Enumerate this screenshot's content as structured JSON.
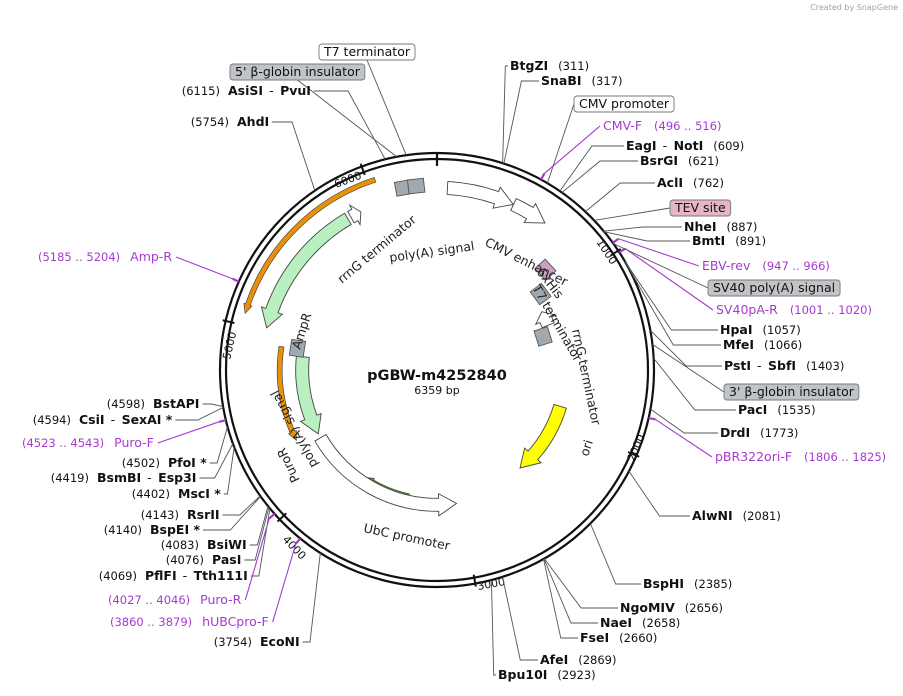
{
  "watermark": "Created by SnapGene",
  "plasmid": {
    "name": "pGBW-m4252840",
    "size": "6359 bp",
    "length": 6359
  },
  "ticks": [
    "1000",
    "2000",
    "3000",
    "4000",
    "5000",
    "6000"
  ],
  "features": [
    {
      "label": "CMV enhancer",
      "start": 58,
      "end": 437,
      "strand": 1,
      "color": "#ffffff",
      "type": "arrow",
      "lr": 0.852
    },
    {
      "label": "CMV promoter",
      "start": 438,
      "end": 641,
      "strand": 1,
      "color": "#ffffff",
      "type": "arrow",
      "lr": 0.852
    },
    {
      "label": "6xHis",
      "start": 826,
      "end": 843,
      "strand": 1,
      "color": "#c8a0c0",
      "type": "box",
      "lr": 0.69
    },
    {
      "label": "T7 terminator",
      "start": 900,
      "end": 1000,
      "strand": 1,
      "color": "#a0a8b0",
      "type": "box",
      "lr": 0.6
    },
    {
      "label": "rrnG terminator",
      "start": 1076,
      "end": 1202,
      "strand": -1,
      "color": "#ffffff",
      "type": "arrow",
      "lr": 0.56
    },
    {
      "label": "rrnG terminator",
      "start": 1230,
      "end": 1330,
      "strand": -1,
      "color": "#a0a8b0",
      "type": "box",
      "lr": 0.52
    },
    {
      "label": "ori",
      "start": 1880,
      "end": 2468,
      "strand": 1,
      "color": "#ffff00",
      "type": "arrow",
      "lr": 0.6
    },
    {
      "label": "UbC promoter",
      "start": 3032,
      "end": 4236,
      "strand": -1,
      "color": "#ffffff",
      "type": "arrow",
      "lr": 0.63
    },
    {
      "label": "PuroR",
      "start": 4270,
      "end": 4869,
      "strand": -1,
      "color": "#b8f0c0",
      "type": "arrow",
      "lr": 0.63
    },
    {
      "label": "poly(A) signal",
      "start": 4900,
      "end": 4950,
      "strand": -1,
      "color": "#a0a8b0",
      "type": "box",
      "lr": 0.66
    },
    {
      "label": "AmpR",
      "start": 5015,
      "end": 5820,
      "strand": -1,
      "color": "#b8f0c0",
      "type": "arrow",
      "lr": 0.82
    },
    {
      "label": "rrnG terminator",
      "start": 5840,
      "end": 5905,
      "strand": 1,
      "color": "#ffffff",
      "type": "arrow",
      "lr": 0.82
    },
    {
      "label": "poly(A) signal",
      "start": 6155,
      "end": 6195,
      "strand": 1,
      "color": "#a0a8b0",
      "type": "box",
      "lr": 0.865
    },
    {
      "label": "poly(A) signal",
      "start": 6225,
      "end": 6265,
      "strand": 1,
      "color": "#a0a8b0",
      "type": "box",
      "lr": 0.865
    }
  ],
  "orf_arrows": [
    {
      "start": 1150,
      "end": 1360,
      "lr": 0.74,
      "color": "#e8900c",
      "strand": 1,
      "hidden": true
    },
    {
      "start": 3400,
      "end": 3780,
      "lr": 0.605,
      "color": "#4aa028",
      "strand": 1
    },
    {
      "start": 4300,
      "end": 4920,
      "lr": 0.735,
      "color": "#e8900c",
      "strand": -1
    },
    {
      "start": 5060,
      "end": 6040,
      "lr": 0.935,
      "color": "#e8900c",
      "strand": -1
    }
  ],
  "feature_text": [
    {
      "text": "CMV enhancer"
    },
    {
      "text": "poly(A) signal"
    },
    {
      "text": "rrnG terminator"
    },
    {
      "text": "6xHis"
    },
    {
      "text": "T7 terminator"
    },
    {
      "text": "rrnG terminator"
    },
    {
      "text": "ori"
    },
    {
      "text": "UbC promoter"
    },
    {
      "text": "PuroR"
    },
    {
      "text": "poly(A) signal"
    },
    {
      "text": "AmpR"
    }
  ],
  "site_labels": [
    {
      "pos": "(311)",
      "name": "BtgZI",
      "bp": 311
    },
    {
      "pos": "(317)",
      "name": "SnaBI",
      "bp": 317
    },
    {
      "name": "EagI",
      "name2": "NotI",
      "pos": "(609)",
      "bp": 609
    },
    {
      "name": "BsrGI",
      "pos": "(621)",
      "bp": 621
    },
    {
      "name": "AclI",
      "pos": "(762)",
      "bp": 762
    },
    {
      "name": "NheI",
      "pos": "(887)",
      "bp": 887
    },
    {
      "name": "BmtI",
      "pos": "(891)",
      "bp": 891
    },
    {
      "name": "HpaI",
      "pos": "(1057)",
      "bp": 1057
    },
    {
      "name": "MfeI",
      "pos": "(1066)",
      "bp": 1066
    },
    {
      "name": "PstI",
      "name2": "SbfI",
      "pos": "(1403)",
      "bp": 1403
    },
    {
      "name": "PacI",
      "pos": "(1535)",
      "bp": 1535
    },
    {
      "name": "DrdI",
      "pos": "(1773)",
      "bp": 1773
    },
    {
      "name": "AlwNI",
      "pos": "(2081)",
      "bp": 2081
    },
    {
      "name": "BspHI",
      "pos": "(2385)",
      "bp": 2385
    },
    {
      "name": "NgoMIV",
      "pos": "(2656)",
      "bp": 2656
    },
    {
      "name": "NaeI",
      "pos": "(2658)",
      "bp": 2658
    },
    {
      "name": "FseI",
      "pos": "(2660)",
      "bp": 2660
    },
    {
      "name": "AfeI",
      "pos": "(2869)",
      "bp": 2869
    },
    {
      "name": "Bpu10I",
      "pos": "(2923)",
      "bp": 2923
    },
    {
      "name": "EcoNI",
      "pos": "(3754)",
      "bp": 3754
    },
    {
      "name": "PflFI",
      "name2": "Tth111I",
      "pos": "(4069)",
      "bp": 4069
    },
    {
      "name": "PasI",
      "pos": "(4076)",
      "bp": 4076
    },
    {
      "name": "BsiWI",
      "pos": "(4083)",
      "bp": 4083
    },
    {
      "name": "BspEI *",
      "pos": "(4140)",
      "bp": 4140
    },
    {
      "name": "RsrII",
      "pos": "(4143)",
      "bp": 4143
    },
    {
      "name": "MscI *",
      "pos": "(4402)",
      "bp": 4402
    },
    {
      "name": "BsmBI",
      "name2": "Esp3I",
      "pos": "(4419)",
      "bp": 4419
    },
    {
      "name": "PfoI *",
      "pos": "(4502)",
      "bp": 4502
    },
    {
      "name": "CsiI",
      "name2": "SexAI *",
      "pos": "(4594)",
      "bp": 4594
    },
    {
      "name": "BstAPI",
      "pos": "(4598)",
      "bp": 4598
    },
    {
      "name": "AhdI",
      "pos": "(5754)",
      "bp": 5754
    },
    {
      "name": "AsiSI",
      "name2": "PvuI",
      "pos": "(6115)",
      "bp": 6115
    }
  ],
  "primers": [
    {
      "name": "CMV-F",
      "range": "(496 .. 516)",
      "bp": 506
    },
    {
      "name": "EBV-rev",
      "range": "(947 .. 966)",
      "bp": 956
    },
    {
      "name": "SV40pA-R",
      "range": "(1001 .. 1020)",
      "bp": 1010
    },
    {
      "name": "pBR322ori-F",
      "range": "(1806 .. 1825)",
      "bp": 1815
    },
    {
      "name": "hUBCpro-F",
      "range": "(3860 .. 3879)",
      "bp": 3870
    },
    {
      "name": "Puro-R",
      "range": "(4027 .. 4046)",
      "bp": 4036
    },
    {
      "name": "Puro-F",
      "range": "(4523 .. 4543)",
      "bp": 4533
    },
    {
      "name": "Amp-R",
      "range": "(5185 .. 5204)",
      "bp": 5194
    }
  ],
  "boxed_labels": [
    {
      "text": "T7 terminator",
      "bg": "#ffffff",
      "bp": 6215
    },
    {
      "text": "5' β-globin insulator",
      "bg": "#c0c4c8",
      "bp": 6170
    },
    {
      "text": "CMV promoter",
      "bg": "#ffffff",
      "bp": 540
    },
    {
      "text": "TEV site",
      "bg": "#e6b4c8",
      "bp": 820
    },
    {
      "text": "SV40 poly(A) signal",
      "bg": "#c0c4c8",
      "bp": 960
    },
    {
      "text": "3' β-globin insulator",
      "bg": "#c0c4c8",
      "bp": 1470
    }
  ]
}
